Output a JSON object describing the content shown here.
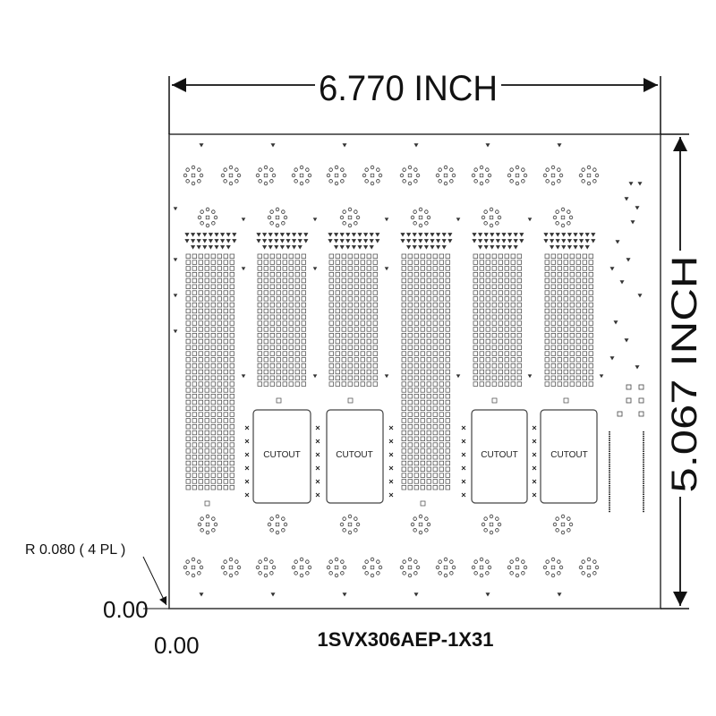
{
  "drawing": {
    "width_dimension": "6.770 INCH",
    "height_dimension": "5.067 INCH",
    "corner_radius_note": "R 0.080 ( 4 PL )",
    "origin_y_label": "0.00",
    "origin_x_label": "0.00",
    "part_number": "1SVX306AEP-1X31",
    "cutout_label": "CUTOUT"
  }
}
